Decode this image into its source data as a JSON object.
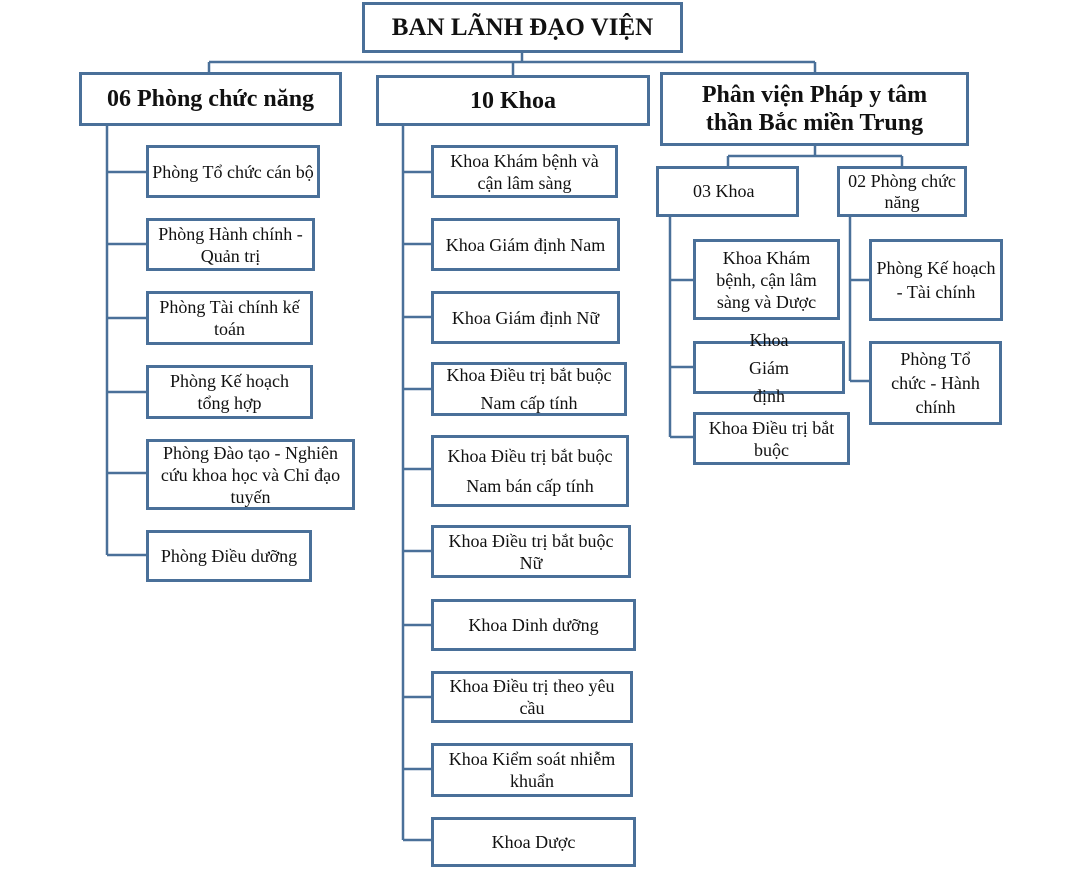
{
  "colors": {
    "border": "#4a7099",
    "text": "#111111",
    "background": "#ffffff"
  },
  "root": {
    "label": "BAN LÃNH ĐẠO VIỆN"
  },
  "branches": [
    {
      "label": "06 Phòng chức năng",
      "children": [
        "Phòng Tổ chức cán bộ",
        "Phòng Hành chính - Quản trị",
        "Phòng Tài chính kế toán",
        "Phòng Kế hoạch tổng hợp",
        "Phòng Đào tạo - Nghiên cứu khoa học và Chỉ đạo tuyến",
        "Phòng Điều dưỡng"
      ]
    },
    {
      "label": "10 Khoa",
      "children": [
        "Khoa Khám bệnh và cận lâm sàng",
        "Khoa Giám định Nam",
        "Khoa Giám định Nữ",
        "Khoa Điều trị bắt buộc Nam cấp tính",
        "Khoa Điều trị bắt buộc Nam bán cấp tính",
        "Khoa Điều trị bắt buộc Nữ",
        "Khoa Dinh dưỡng",
        "Khoa Điều trị theo yêu cầu",
        "Khoa Kiểm soát nhiễm khuẩn",
        "Khoa Dược"
      ]
    },
    {
      "label": "Phân viện Pháp y tâm thần Bắc miền Trung",
      "sub_groups": [
        {
          "label": "03 Khoa",
          "children": [
            "Khoa Khám bệnh, cận lâm sàng và Dược",
            "Khoa Giám định",
            "Khoa Điều trị bắt buộc"
          ]
        },
        {
          "label": "02 Phòng chức năng",
          "children": [
            "Phòng Kế hoạch - Tài chính",
            "Phòng Tổ chức - Hành chính"
          ]
        }
      ]
    }
  ]
}
